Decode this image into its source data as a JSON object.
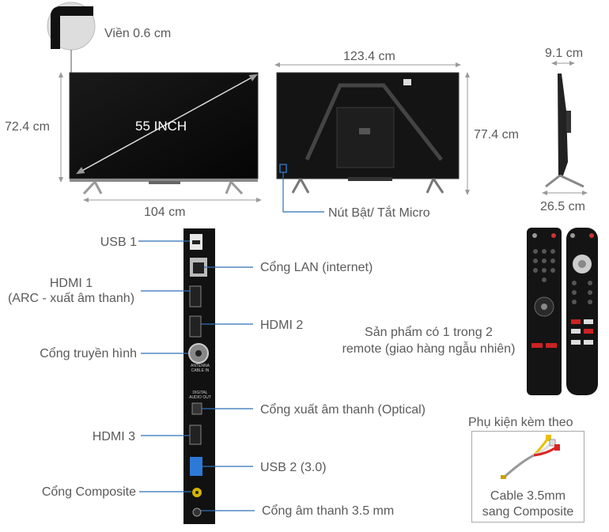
{
  "labels": {
    "bezel": "Viền 0.6 cm",
    "tv_height": "72.4 cm",
    "diagonal": "55 INCH",
    "tv_width": "104 cm",
    "back_width": "123.4 cm",
    "back_height": "77.4 cm",
    "power_button": "Nút Bật/ Tắt Micro",
    "depth_top": "9.1 cm",
    "depth_stand": "26.5 cm"
  },
  "ports_left": [
    {
      "label": "USB 1"
    },
    {
      "label": "HDMI 1\n(ARC - xuất âm thanh)"
    },
    {
      "label": "Cổng truyền hình"
    },
    {
      "label": "HDMI 3"
    },
    {
      "label": "Cổng Composite"
    }
  ],
  "ports_right": [
    {
      "label": "Cổng LAN (internet)"
    },
    {
      "label": "HDMI 2"
    },
    {
      "label": "Cổng xuất âm thanh (Optical)"
    },
    {
      "label": "USB 2 (3.0)"
    },
    {
      "label": "Cổng âm thanh 3.5 mm"
    }
  ],
  "panel_marks": {
    "antenna": "ANTENNA CABLE IN",
    "digital_audio": "DIGITAL AUDIO OUT"
  },
  "remote_note": "Sản phẩm có 1 trong 2\nremote (giao hàng ngẫu nhiên)",
  "accessory": {
    "title": "Phụ kiện kèm theo",
    "item": "Cable 3.5mm\nsang Composite"
  },
  "colors": {
    "line": "#2f6fb8",
    "dim": "#9a9a9a",
    "tv": "#111111"
  }
}
